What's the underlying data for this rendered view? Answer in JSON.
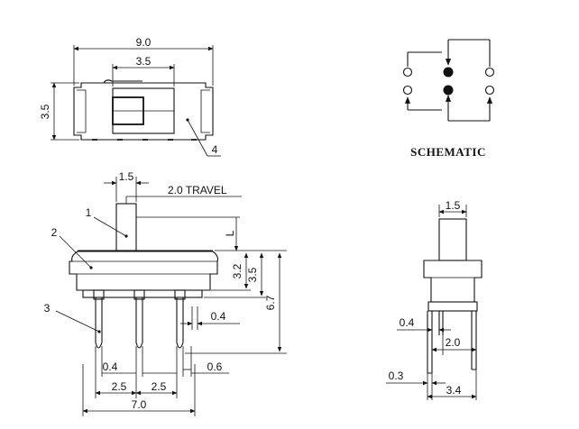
{
  "schematic_label": "SCHEMATIC",
  "top_view": {
    "dim_length": "9.0",
    "dim_slot": "3.5",
    "dim_width": "3.5",
    "callout_housing": "4"
  },
  "front_view": {
    "dim_actuator": "1.5",
    "travel_label": "2.0 TRAVEL",
    "callout_actuator": "1",
    "callout_body": "2",
    "callout_terminal": "3",
    "dim_l": "L",
    "dim_body_h": "3.2",
    "dim_total_h": "3.5",
    "dim_overall_h": "6.7",
    "dim_pin_thick": "0.4",
    "dim_pin_w": "0.4",
    "dim_pin_gap": "0.6",
    "dim_pitch_1": "2.5",
    "dim_pitch_2": "2.5",
    "dim_span": "7.0"
  },
  "side_view": {
    "dim_actuator": "1.5",
    "dim_pin_w": "0.4",
    "dim_pin_pitch": "2.0",
    "dim_pin_thick": "0.3",
    "dim_span": "3.4"
  }
}
